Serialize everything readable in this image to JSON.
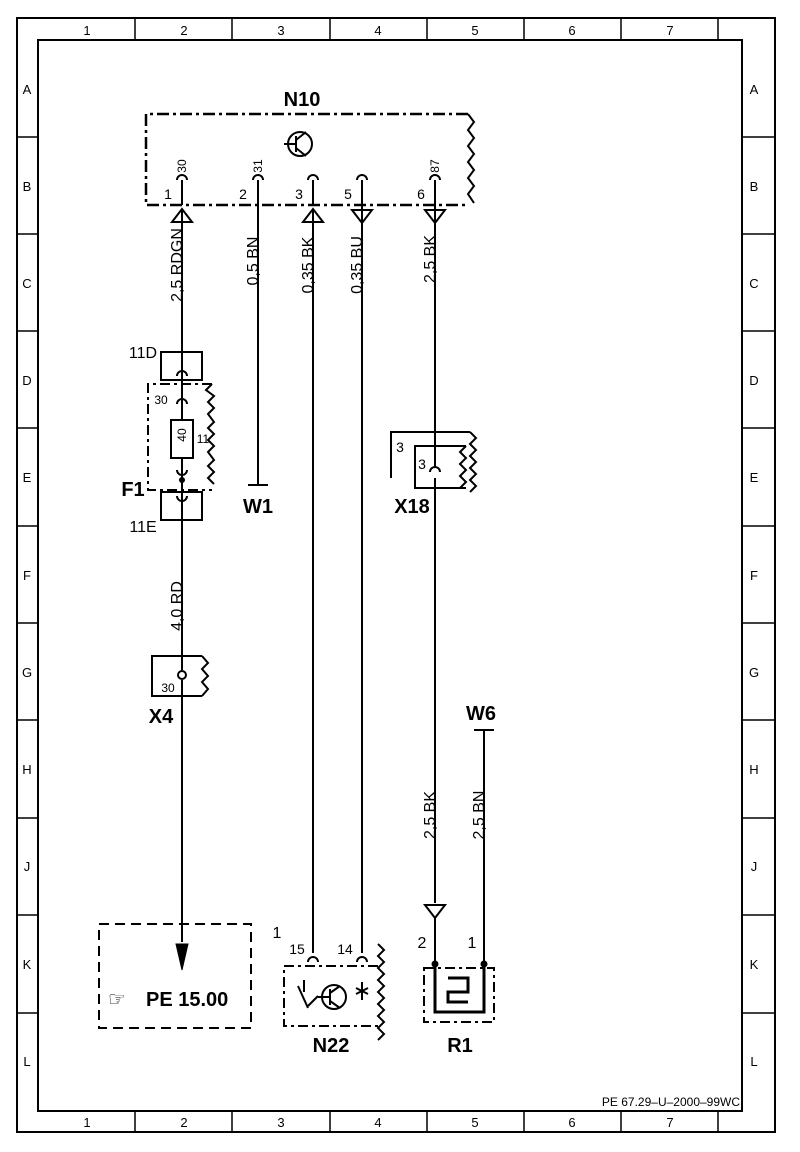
{
  "frame": {
    "columns": [
      "1",
      "2",
      "3",
      "4",
      "5",
      "6",
      "7"
    ],
    "rows": [
      "A",
      "B",
      "C",
      "D",
      "E",
      "F",
      "G",
      "H",
      "J",
      "K",
      "L"
    ]
  },
  "components": {
    "n10": {
      "label": "N10",
      "pins": [
        {
          "num": "1",
          "term": "30"
        },
        {
          "num": "2",
          "term": "31"
        },
        {
          "num": "3",
          "term": ""
        },
        {
          "num": "5",
          "term": ""
        },
        {
          "num": "6",
          "term": "87"
        }
      ]
    },
    "f1": {
      "label": "F1",
      "top": "11D",
      "bottom": "11E",
      "terminal": "30",
      "fuse": "40",
      "fuse_num": "11"
    },
    "w1": {
      "label": "W1"
    },
    "x18": {
      "label": "X18",
      "outer": "3",
      "inner": "3"
    },
    "x4": {
      "label": "X4",
      "terminal": "30"
    },
    "w6": {
      "label": "W6"
    },
    "ref": {
      "icon_text": "☞",
      "text": "PE  15.00"
    },
    "n22": {
      "label": "N22",
      "num": "1",
      "pin_a": "15",
      "pin_b": "14"
    },
    "r1": {
      "label": "R1",
      "pin_a": "2",
      "pin_b": "1"
    }
  },
  "wires": {
    "w_rdgn": "2,5 RDGN",
    "w_bn1": "0,5 BN",
    "w_bk035": "0,35 BK",
    "w_bu035": "0,35 BU",
    "w_bk25_top": "2,5 BK",
    "w_rd40": "4,0 RD",
    "w_bk25_bot": "2,5 BK",
    "w_bn25": "2,5 BN"
  },
  "footer": {
    "code": "PE 67.29–U–2000–99WC"
  }
}
